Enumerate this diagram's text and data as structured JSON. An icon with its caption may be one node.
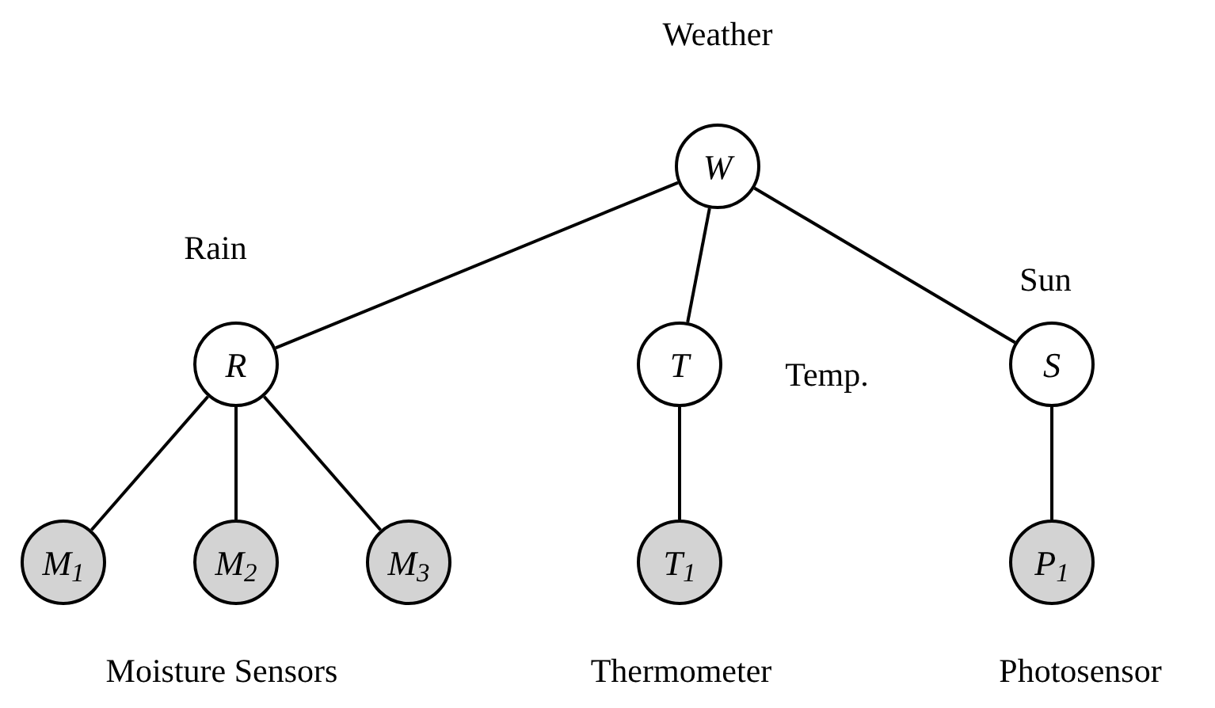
{
  "diagram": {
    "nodes": [
      {
        "text": [
          "W"
        ],
        "beside": [
          "Weather"
        ]
      },
      {
        "text": [
          "R"
        ],
        "beside": [
          "Rain"
        ]
      },
      {
        "text": [
          "T"
        ],
        "beside": [
          "Temp."
        ]
      },
      {
        "text": [
          "S"
        ],
        "beside": [
          "Sun"
        ]
      },
      {
        "text": [
          "M$_{1}$"
        ]
      },
      {
        "text": [
          "M$_{2}$"
        ]
      },
      {
        "text": [
          "M$_{3}$"
        ]
      },
      {
        "text": [
          "T$_{1}$"
        ]
      },
      {
        "text": [
          "P$_{1}$"
        ]
      }
    ],
    "edges": [
      {
        "from": 0,
        "to": 1,
        "arrow": "none"
      },
      {
        "from": 0,
        "to": 2,
        "arrow": "none"
      },
      {
        "from": 0,
        "to": 3,
        "arrow": "none"
      },
      {
        "from": 1,
        "to": 4,
        "arrow": "none"
      },
      {
        "from": 1,
        "to": 5,
        "arrow": "none"
      },
      {
        "from": 1,
        "to": 6,
        "arrow": "none"
      },
      {
        "from": 2,
        "to": 7,
        "arrow": "none"
      },
      {
        "from": 3,
        "to": 8,
        "arrow": "none"
      }
    ],
    "labels": [
      "Moisture Sensors",
      "Thermometer",
      "Photosensor"
    ]
  }
}
